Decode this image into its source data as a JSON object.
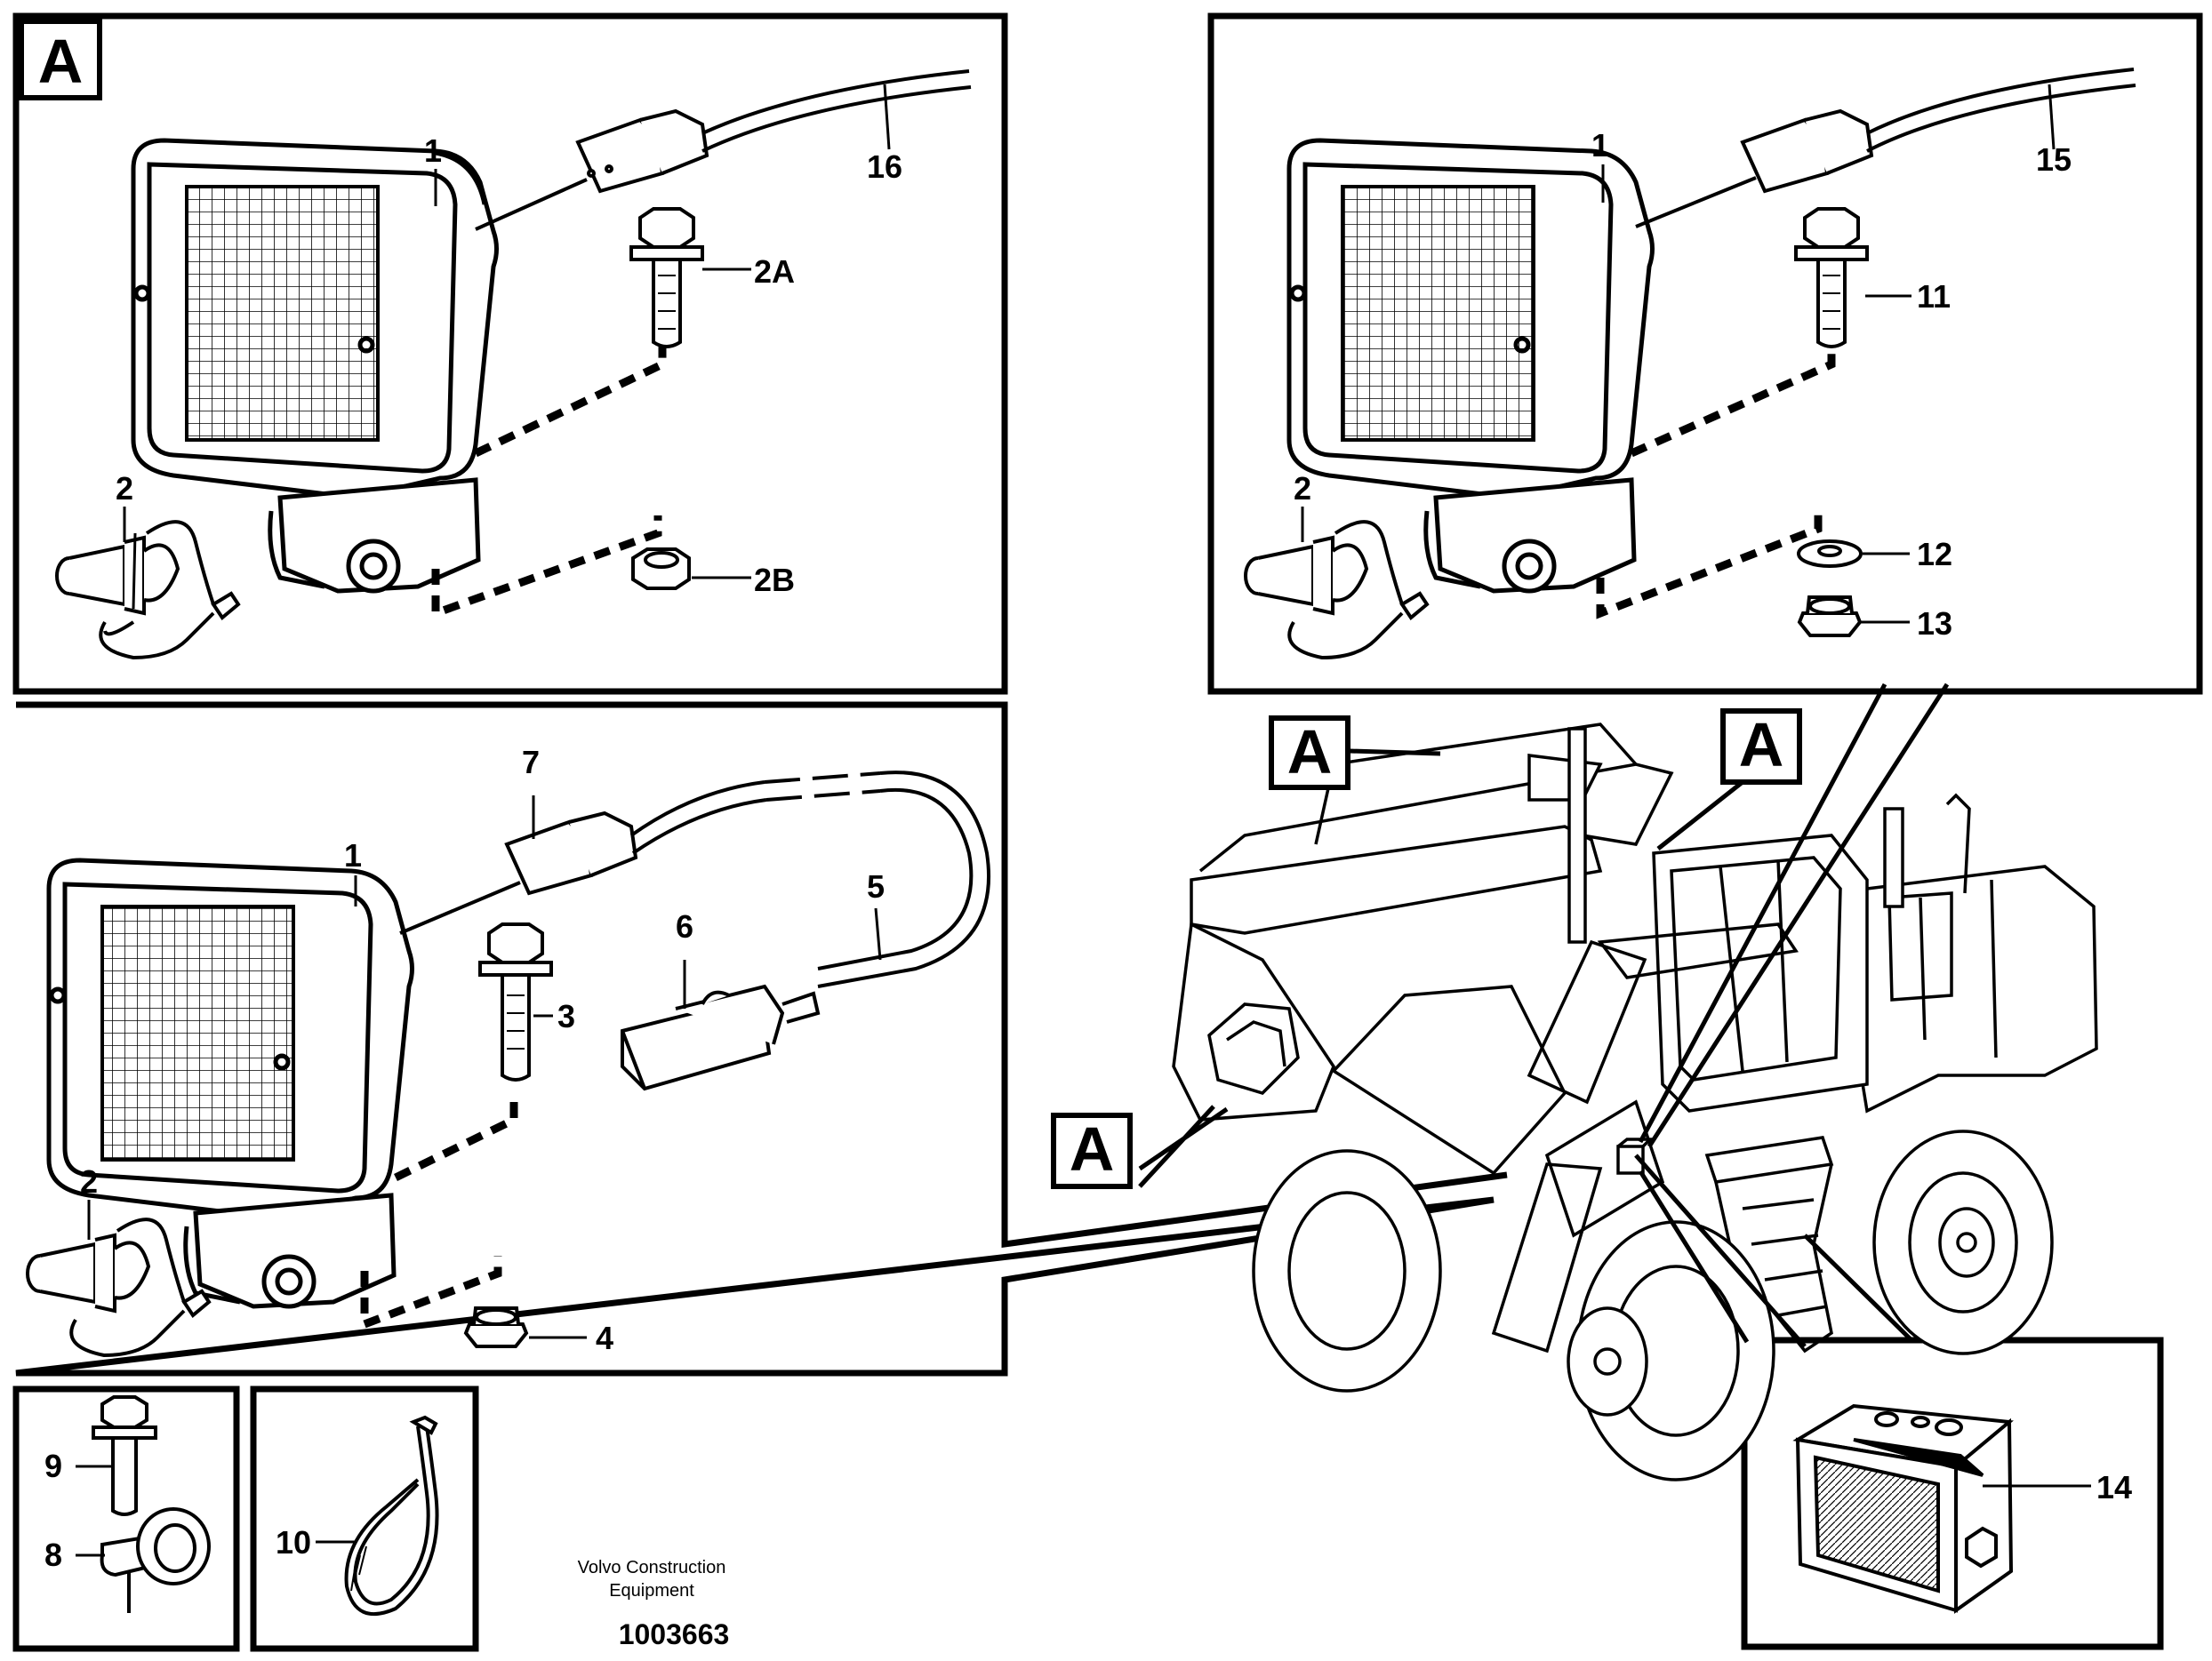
{
  "view_letter": "A",
  "panel_top_left": {
    "parts": {
      "lamp": "1",
      "bulb": "2",
      "bolt": "2A",
      "nut": "2B",
      "cable": "16"
    }
  },
  "panel_top_right": {
    "parts": {
      "lamp": "1",
      "bulb": "2",
      "bolt": "11",
      "washer": "12",
      "nut": "13",
      "cable": "15"
    }
  },
  "panel_mid_left": {
    "parts": {
      "lamp": "1",
      "bulb": "2",
      "bolt": "3",
      "nut": "4",
      "cable": "5",
      "connector": "6",
      "plug": "7"
    }
  },
  "panel_clamp": {
    "parts": {
      "bolt": "9",
      "clamp": "8"
    }
  },
  "panel_tie": {
    "parts": {
      "tie": "10"
    }
  },
  "panel_box": {
    "parts": {
      "box": "14"
    }
  },
  "caption": {
    "line1": "Volvo Construction",
    "line2": "Equipment"
  },
  "doc_number": "1003663"
}
